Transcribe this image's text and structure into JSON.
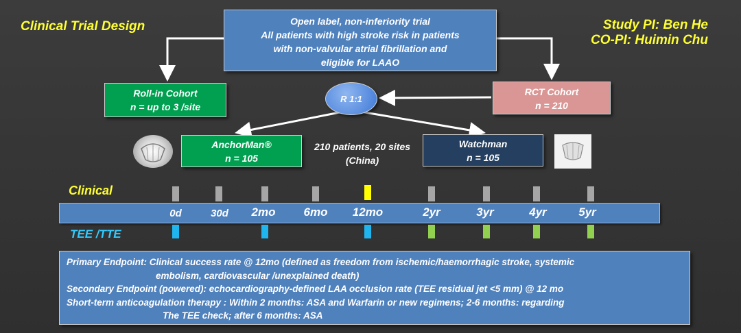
{
  "title": "Clinical Trial Design",
  "investigators": {
    "pi": "Study PI: Ben He",
    "copi": "CO-PI: Huimin Chu"
  },
  "design_box": [
    "Open label, non-inferiority trial",
    "All patients with high stroke risk in patients",
    "with non-valvular atrial fibrillation and",
    "eligible for LAAO"
  ],
  "rollin": {
    "label": "Roll-in Cohort",
    "n": "n = up to 3 /site"
  },
  "rct": {
    "label": "RCT Cohort",
    "n": "n = 210"
  },
  "randomization": "R 1:1",
  "arms": {
    "anchorman": {
      "label": "AnchorMan®",
      "n": "n = 105"
    },
    "watchman": {
      "label": "Watchman",
      "n": "n = 105"
    }
  },
  "center_text": [
    "210 patients, 20 sites",
    "(China)"
  ],
  "timeline": {
    "clinical_label": "Clinical",
    "tee_label": "TEE /TTE",
    "points": [
      "0d",
      "30d",
      "2mo",
      "6mo",
      "12mo",
      "2yr",
      "3yr",
      "4yr",
      "5yr"
    ],
    "clinical_marker_colors": [
      "#a6a6a6",
      "#a6a6a6",
      "#a6a6a6",
      "#a6a6a6",
      "#ffff00",
      "#a6a6a6",
      "#a6a6a6",
      "#a6a6a6",
      "#a6a6a6"
    ],
    "tee_markers": [
      {
        "at": "0d",
        "color": "#1fb6ef"
      },
      {
        "at": "2mo",
        "color": "#1fb6ef"
      },
      {
        "at": "12mo",
        "color": "#1fb6ef"
      },
      {
        "at": "2yr",
        "color": "#92d050"
      },
      {
        "at": "3yr",
        "color": "#92d050"
      },
      {
        "at": "4yr",
        "color": "#92d050"
      },
      {
        "at": "5yr",
        "color": "#92d050"
      }
    ]
  },
  "endpoints": {
    "primary_1": "Primary Endpoint: Clinical success rate @ 12mo (defined as freedom from ischemic/haemorrhagic stroke, systemic",
    "primary_2": "embolism, cardiovascular /unexplained death)",
    "secondary": "Secondary Endpoint (powered): echocardiography-defined LAA occlusion rate  (TEE residual jet <5 mm) @ 12 mo",
    "anticoag_1": "Short-term anticoagulation therapy : Within 2 months: ASA and Warfarin or new regimens; 2-6 months: regarding",
    "anticoag_2": "The TEE check; after 6 months: ASA"
  },
  "colors": {
    "background": "#333333",
    "accent_yellow": "#ffff33",
    "blue_box": "#4f81bd",
    "green_box": "#00a050",
    "rct_box": "#d99694",
    "watchman_box": "#243f5f"
  }
}
